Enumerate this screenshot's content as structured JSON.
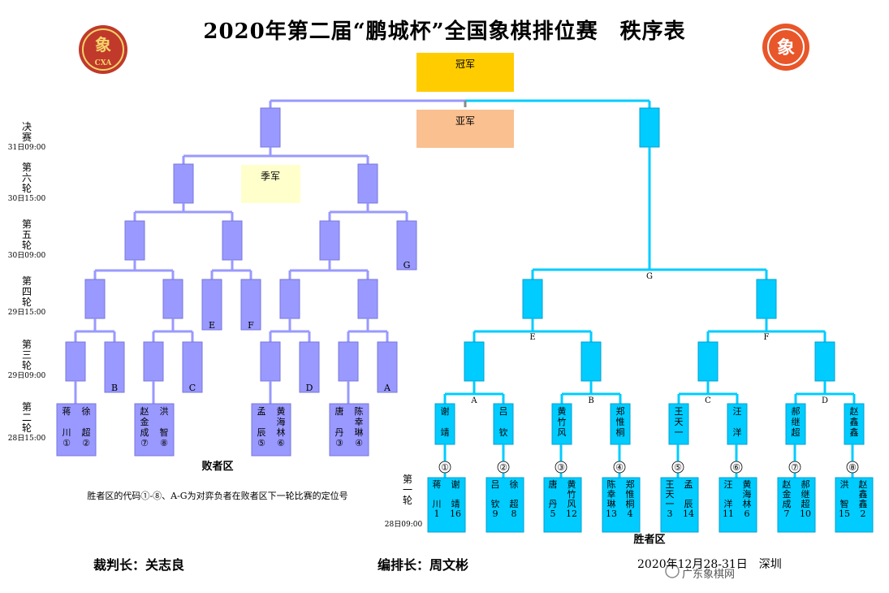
{
  "title": "2020年第二届“鹏城杯”全国象棋排位赛　秩序表",
  "logo_left_text": "CXA",
  "logo_left_glyph": "象",
  "logo_right_glyph": "象",
  "labels": {
    "champion": "冠军",
    "runner_up": "亚军",
    "third": "季军",
    "loser_zone": "败者区",
    "winner_zone": "胜者区",
    "note": "胜者区的代码①-⑧、A-G为对弈负者在败者区下一轮比赛的定位号"
  },
  "rounds": [
    {
      "name": "决\n赛",
      "time": "31日09:00"
    },
    {
      "name": "第\n六\n轮",
      "time": "30日15:00"
    },
    {
      "name": "第\n五\n轮",
      "time": "30日09:00"
    },
    {
      "name": "第\n四\n轮",
      "time": "29日15:00"
    },
    {
      "name": "第\n三\n轮",
      "time": "29日09:00"
    },
    {
      "name": "第\n二\n轮",
      "time": "28日15:00"
    },
    {
      "name": "第\n一\n轮",
      "time": "28日09:00"
    }
  ],
  "codes": {
    "A": "A",
    "B": "B",
    "C": "C",
    "D": "D",
    "E": "E",
    "F": "F",
    "G": "G"
  },
  "loser_r2": [
    {
      "p1": "蒋\n\n川\n①",
      "p2": "徐\n\n超\n②"
    },
    {
      "p1": "赵\n金\n成\n⑦",
      "p2": "洪\n\n智\n⑧"
    },
    {
      "p1": "孟\n\n辰\n⑤",
      "p2": "黄\n海\n林\n⑥"
    },
    {
      "p1": "唐\n\n丹\n③",
      "p2": "陈\n幸\n琳\n④"
    }
  ],
  "winner_r2": [
    "谢\n\n靖",
    "吕\n\n钦",
    "黄\n竹\n风",
    "郑\n惟\n桐",
    "王\n天\n一",
    "汪\n\n洋",
    "郝\n继\n超",
    "赵\n鑫\n鑫"
  ],
  "winner_r1": [
    {
      "code": "①",
      "p1": "蒋\n\n川\n1",
      "p2": "谢\n\n靖\n16"
    },
    {
      "code": "②",
      "p1": "吕\n\n钦\n9",
      "p2": "徐\n\n超\n8"
    },
    {
      "code": "③",
      "p1": "唐\n\n丹\n5",
      "p2": "黄\n竹\n风\n12"
    },
    {
      "code": "④",
      "p1": "陈\n幸\n琳\n13",
      "p2": "郑\n惟\n桐\n4"
    },
    {
      "code": "⑤",
      "p1": "王\n天\n一\n3",
      "p2": "孟\n\n辰\n14"
    },
    {
      "code": "⑥",
      "p1": "汪\n\n洋\n11",
      "p2": "黄\n海\n林\n6"
    },
    {
      "code": "⑦",
      "p1": "赵\n金\n成\n7",
      "p2": "郝\n继\n超\n10"
    },
    {
      "code": "⑧",
      "p1": "洪\n\n智\n15",
      "p2": "赵\n鑫\n鑫\n2"
    }
  ],
  "footer": {
    "referee": "裁判长：关志良",
    "scheduler": "编排长：周文彬",
    "date_place": "2020年12月28-31日　深圳",
    "watermark": "广东象棋网"
  },
  "colors": {
    "loser": "#9999ff",
    "winner": "#00ccff",
    "champion": "#ffcc00",
    "runner_up": "#fac090",
    "third": "#ffffcc",
    "logo": "#c0392b",
    "logo_right": "#e8562a"
  }
}
